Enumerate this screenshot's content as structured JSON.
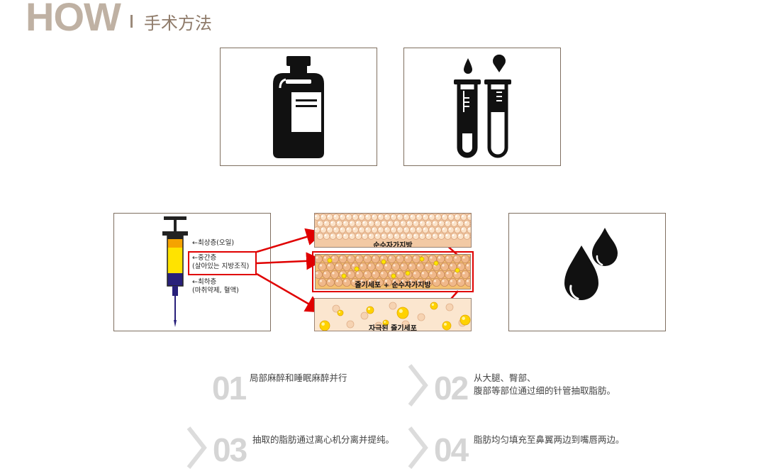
{
  "header": {
    "title": "HOW",
    "subtitle": "手术方法"
  },
  "icons": {
    "bottle": "medicine-bottle-icon",
    "tubes": "test-tubes-icon",
    "drops": "fat-droplets-icon"
  },
  "diagram": {
    "syringe_labels": {
      "top": "←최상층(오일)",
      "middle_line1": "←중간층",
      "middle_line2": "(살아있는 지방조직)",
      "bottom_line1": "←최하층",
      "bottom_line2": "(마취약제, 혈액)"
    },
    "tissue_labels": {
      "pure_fat": "순수자가지방",
      "stem_plus_fat": "줄기세포 + 순수자가지방",
      "stimulated_stem": "자극된 줄기세포"
    }
  },
  "steps": [
    {
      "number": "01",
      "lines": [
        "局部麻醉和睡眠麻醉并行"
      ]
    },
    {
      "number": "02",
      "lines": [
        "从大腿、臀部、",
        "腹部等部位通过细的针管抽取脂肪。"
      ]
    },
    {
      "number": "03",
      "lines": [
        "抽取的脂肪通过离心机分离并提纯。"
      ]
    },
    {
      "number": "04",
      "lines": [
        "脂肪均匀填充至鼻翼两边到嘴唇两边。"
      ]
    }
  ],
  "colors": {
    "accent_brown": "#8f7b6a",
    "arrow_red": "#e00000",
    "step_gray": "#d5d5d5"
  }
}
